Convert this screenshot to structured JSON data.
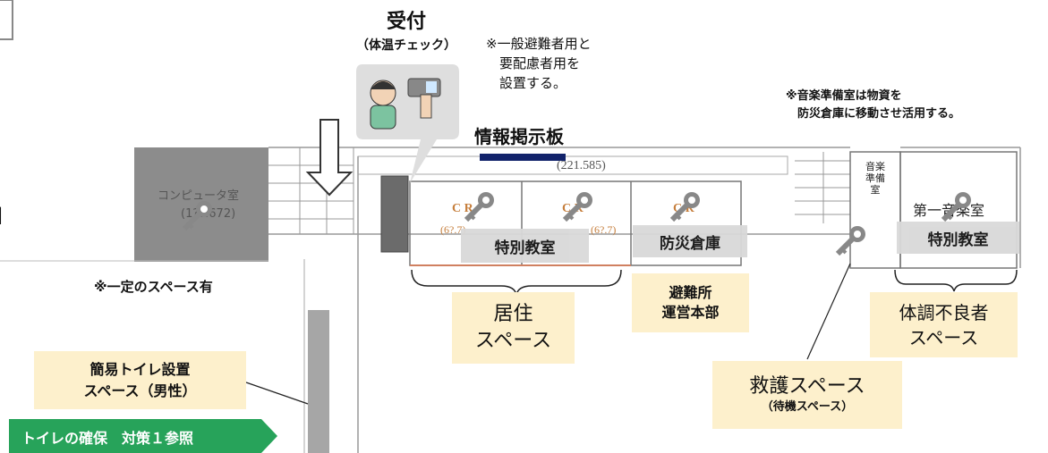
{
  "reception": {
    "title": "受付",
    "subtitle": "（体温チェック）"
  },
  "note_reception": "※一般避難者用と\n　要配慮者用を\n　設置する。",
  "note_music": "※音楽準備室は物資を\n　防災倉庫に移動させ活用する。",
  "board_label": "情報掲示板",
  "plan_text": {
    "computer_room": "コンピュータ室",
    "computer_area": "(1??.672)",
    "corridor_area": "(221.585)",
    "room1_code": "C R",
    "room1_area": "(6?.7)",
    "room2_code": "C R",
    "room2_area": "(6?.7)",
    "room3_code": "C R",
    "music_prep": "音楽準備室",
    "music_room": "第一音楽室"
  },
  "gray_labels": {
    "special1": "特別教室",
    "storage": "防災倉庫",
    "special2": "特別教室"
  },
  "notes": {
    "space": "※一定のスペース有"
  },
  "boxes": {
    "living": "居住\nスペース",
    "hq": "避難所\n運営本部",
    "sick": "体調不良者\nスペース",
    "toilet": "簡易トイレ設置\nスペース（男性）",
    "rescue_title": "救護スペース",
    "rescue_sub": "（待機スペース）"
  },
  "banner": "トイレの確保　対策１参照",
  "left_edge_text": "】",
  "colors": {
    "beige": "#fdf0cc",
    "green": "#27a35a",
    "navy": "#12236b",
    "gray_room": "#8c8c8c",
    "label_gray": "#d9d9d9"
  }
}
